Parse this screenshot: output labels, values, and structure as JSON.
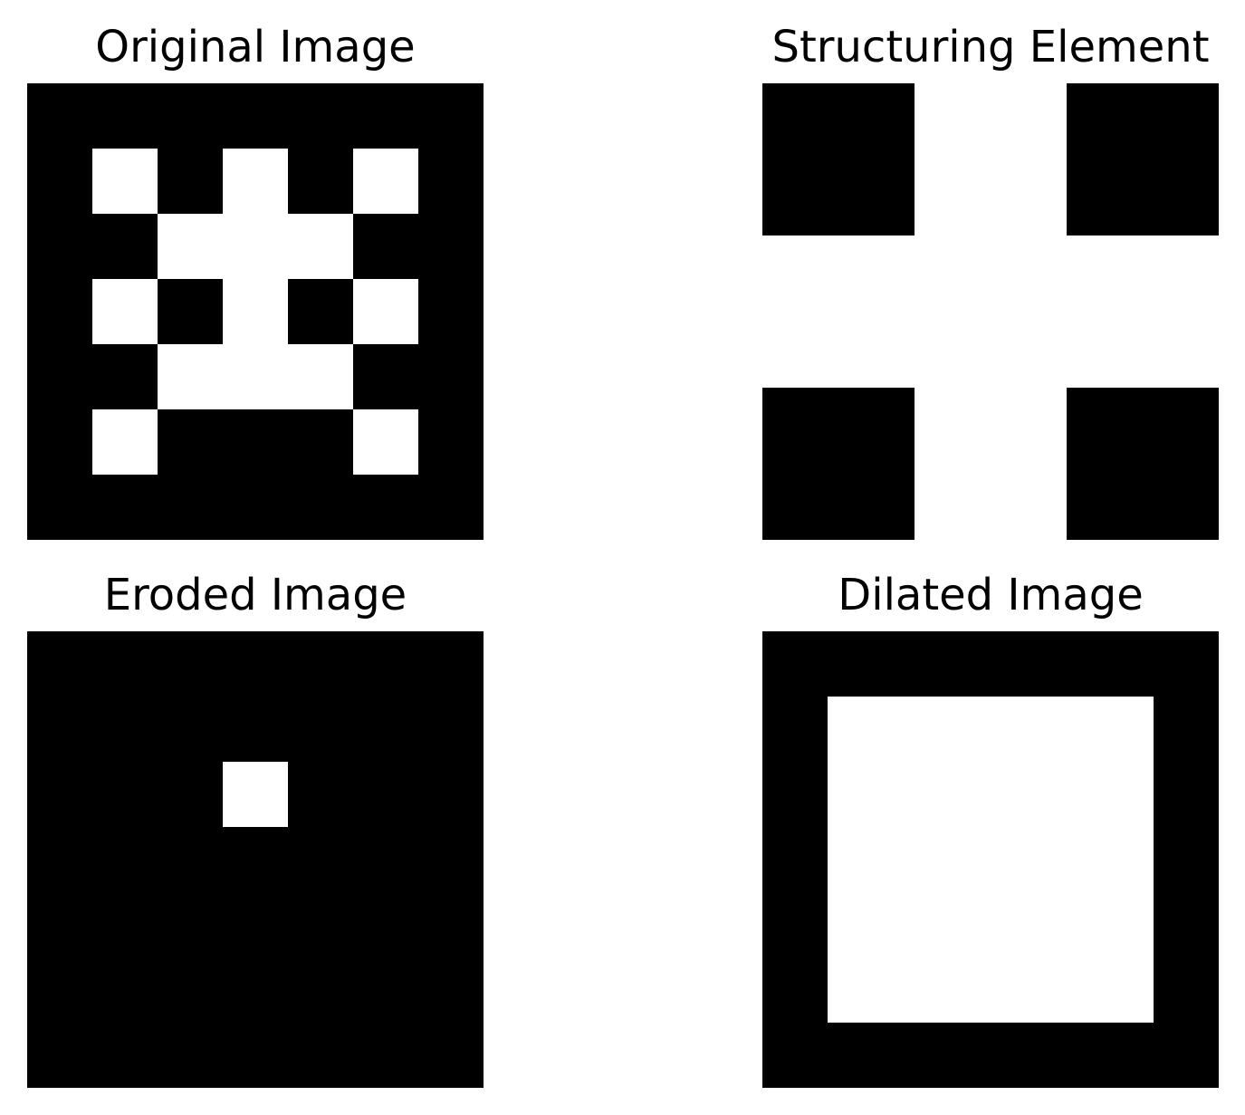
{
  "panels": [
    {
      "title": "Original Image",
      "matrix": [
        [
          0,
          0,
          0,
          0,
          0,
          0,
          0
        ],
        [
          0,
          1,
          0,
          1,
          0,
          1,
          0
        ],
        [
          0,
          0,
          1,
          1,
          1,
          0,
          0
        ],
        [
          0,
          1,
          0,
          1,
          0,
          1,
          0
        ],
        [
          0,
          0,
          1,
          1,
          1,
          0,
          0
        ],
        [
          0,
          1,
          0,
          0,
          0,
          1,
          0
        ],
        [
          0,
          0,
          0,
          0,
          0,
          0,
          0
        ]
      ]
    },
    {
      "title": "Structuring Element",
      "matrix": [
        [
          0,
          1,
          0
        ],
        [
          1,
          1,
          1
        ],
        [
          0,
          1,
          0
        ]
      ]
    },
    {
      "title": "Eroded Image",
      "matrix": [
        [
          0,
          0,
          0,
          0,
          0,
          0,
          0
        ],
        [
          0,
          0,
          0,
          0,
          0,
          0,
          0
        ],
        [
          0,
          0,
          0,
          1,
          0,
          0,
          0
        ],
        [
          0,
          0,
          0,
          0,
          0,
          0,
          0
        ],
        [
          0,
          0,
          0,
          0,
          0,
          0,
          0
        ],
        [
          0,
          0,
          0,
          0,
          0,
          0,
          0
        ],
        [
          0,
          0,
          0,
          0,
          0,
          0,
          0
        ]
      ]
    },
    {
      "title": "Dilated Image",
      "matrix": [
        [
          0,
          0,
          0,
          0,
          0,
          0,
          0
        ],
        [
          0,
          1,
          1,
          1,
          1,
          1,
          0
        ],
        [
          0,
          1,
          1,
          1,
          1,
          1,
          0
        ],
        [
          0,
          1,
          1,
          1,
          1,
          1,
          0
        ],
        [
          0,
          1,
          1,
          1,
          1,
          1,
          0
        ],
        [
          0,
          1,
          1,
          1,
          1,
          1,
          0
        ],
        [
          0,
          0,
          0,
          0,
          0,
          0,
          0
        ]
      ]
    }
  ],
  "colors": {
    "on": "#ffffff",
    "off": "#000000"
  }
}
